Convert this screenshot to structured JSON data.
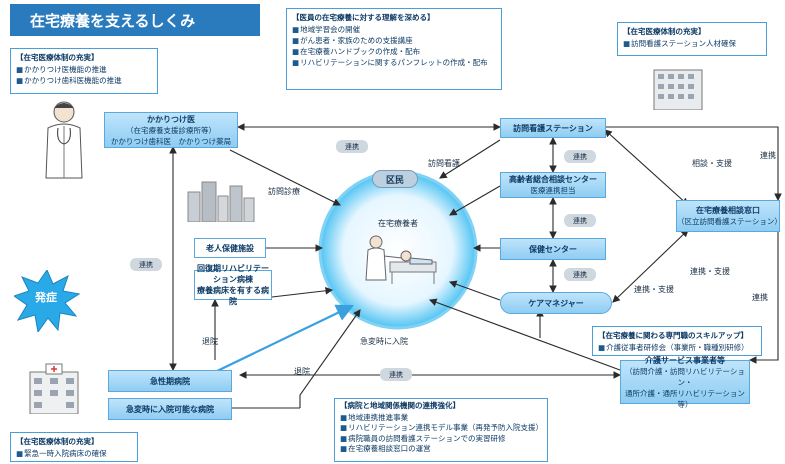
{
  "title": "在宅療養を支えるしくみ",
  "staff_box": {
    "heading": "【医員の在宅療養に対する理解を深める】",
    "items": [
      "地域学習会の開催",
      "がん患者・家族のための支援講座",
      "在宅療養ハンドブックの作成・配布",
      "リハビリテーションに関するパンフレットの作成・配布"
    ]
  },
  "top_left_box": {
    "heading": "【在宅医療体制の充実】",
    "items": [
      "かかりつけ医機能の推進",
      "かかりつけ歯科医機能の推進"
    ]
  },
  "top_right_box": {
    "heading": "【在宅医療体制の充実】",
    "items": [
      "訪問看護ステーション人材確保"
    ]
  },
  "family_doctor": {
    "label": "かかりつけ医",
    "sub1": "（在宅療養支援診療所等）",
    "sub2": "かかりつけ歯科医　かかりつけ薬局"
  },
  "visiting_nurse": "訪問看護ステーション",
  "elderly_center": {
    "label": "高齢者総合相談センター",
    "sub": "医療連携担当"
  },
  "health_center": "保健センター",
  "care_manager": "ケアマネジャー",
  "consult_window": {
    "label": "在宅療養相談窓口",
    "sub": "（区立訪問看護ステーション）"
  },
  "elderly_facility": "老人保健施設",
  "rehab_hospital": {
    "line1": "回復期リハビリテーション病棟",
    "line2": "療養病床を有する病院"
  },
  "acute_hospital": "急性期病院",
  "emergency_hospital": "急変時に入院可能な病院",
  "skill_box": {
    "heading": "【在宅療養に関わる専門職のスキルアップ】",
    "items": [
      "介護従事者研修会（事業所・職種別研修）"
    ]
  },
  "care_provider": {
    "label": "介護サービス事業者等",
    "items": [
      "（訪問介護・訪問リハビリテーション・",
      "通所介護・通所リハビリテーション等）"
    ]
  },
  "bottom_left_box": {
    "heading": "【在宅医療体制の充実】",
    "items": [
      "緊急一時入院病床の確保"
    ]
  },
  "bottom_center_box": {
    "heading": "【病院と地域関係機関の連携強化】",
    "items": [
      "地域連携推進事業",
      "リハビリテーション連携モデル事業（再発予防入院支援）",
      "病院職員の訪問看護ステーションでの実習研修",
      "在宅療養相談窓口の運営"
    ]
  },
  "center": {
    "ward_badge": "区民",
    "patient_label": "在宅療養者"
  },
  "onset": "発症",
  "labels": {
    "renkei_1": "連携",
    "renkei_2": "連携",
    "renkei_3": "連携",
    "renkei_4": "連携",
    "renkei_5": "連携",
    "renkei_6": "連携",
    "renkei_7": "連携",
    "renkei_8": "連携",
    "renkei_shien_1": "連携・支援",
    "renkei_shien_2": "連携・支援",
    "soudan_shien": "相談・支援",
    "visit_diagnosis": "訪問診療",
    "visit_nursing": "訪問看護",
    "admission": "急変時に入院",
    "discharge_1": "退院",
    "discharge_2": "退院"
  },
  "colors": {
    "title_bg": "#2a7bbd",
    "box_border": "#4a9fd8",
    "arrow": "#2b2b2b",
    "highlight_arrow": "#3aa0e0",
    "onset": "#29a9e8"
  }
}
